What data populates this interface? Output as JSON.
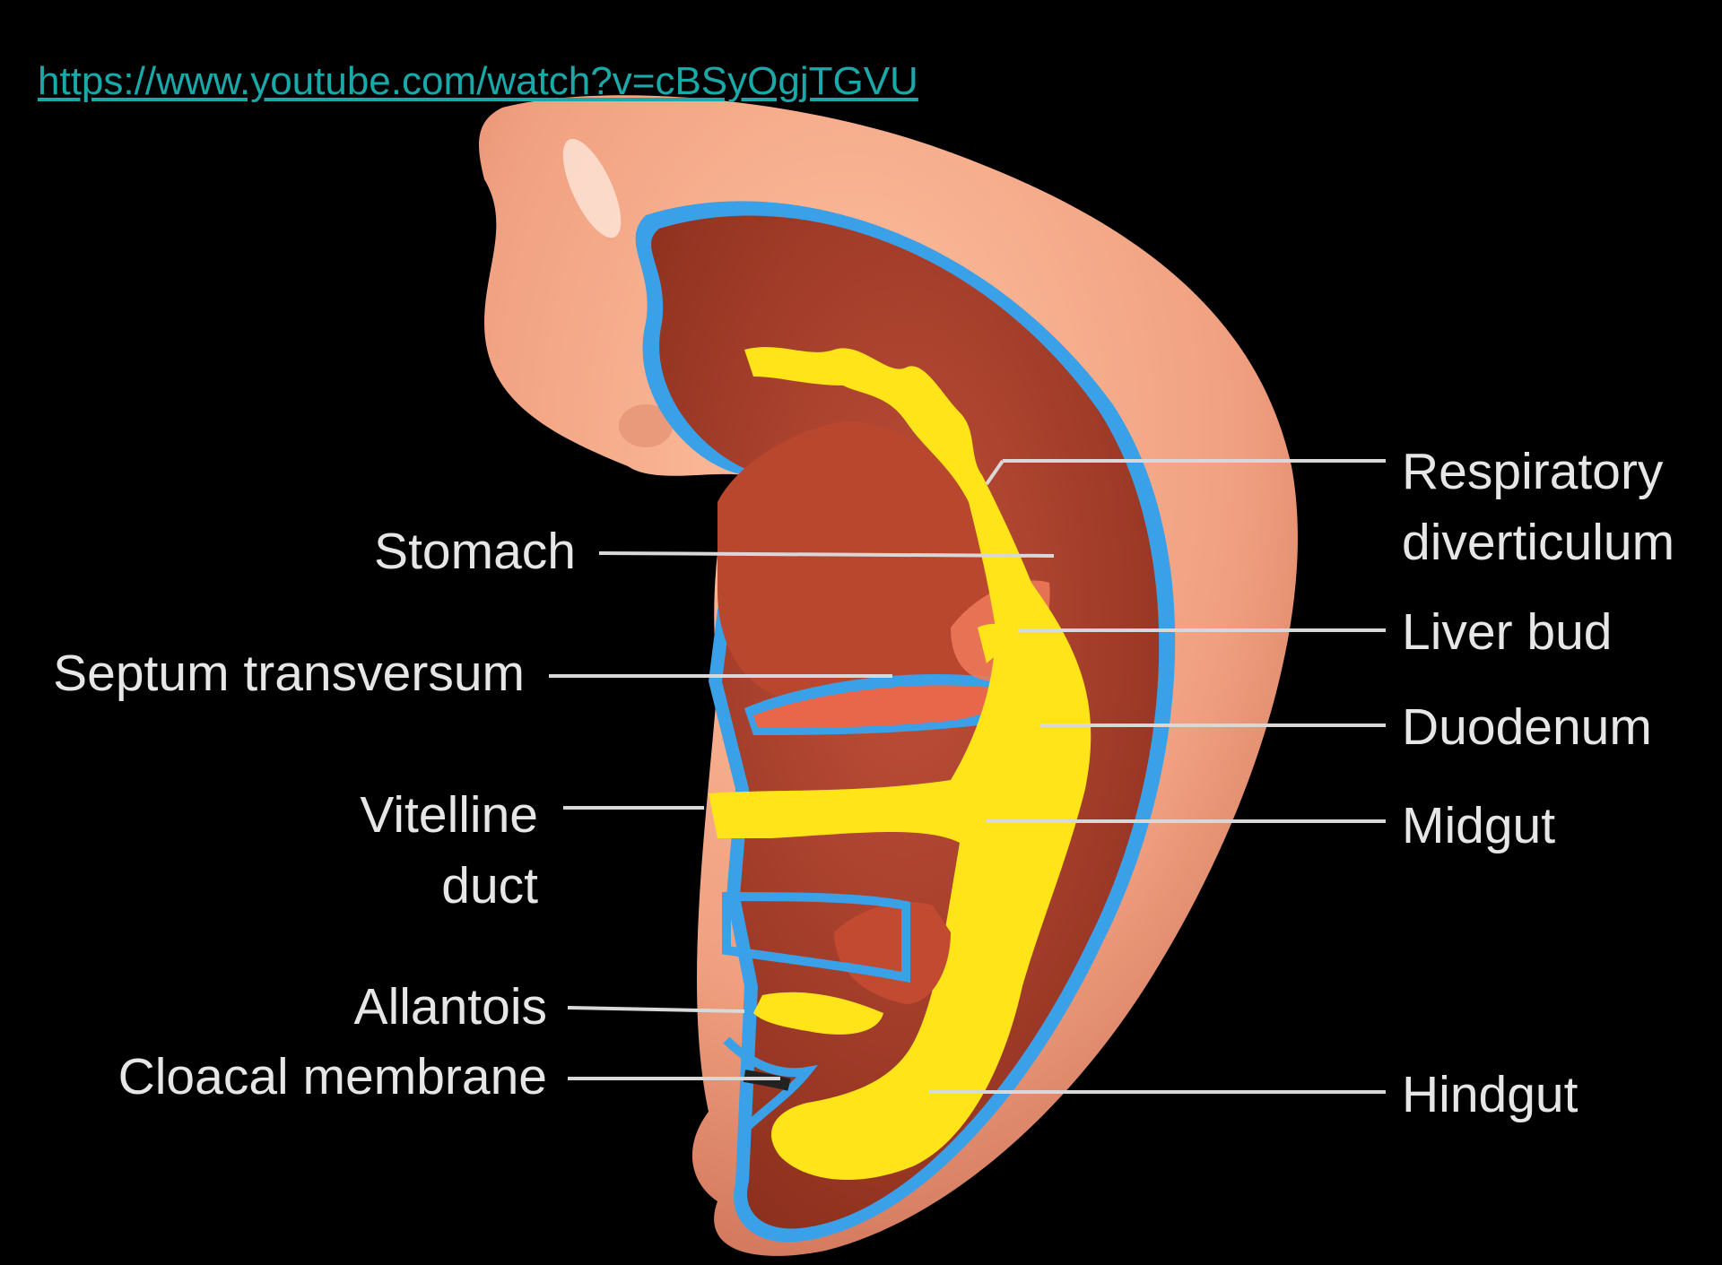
{
  "source_link": "https://www.youtube.com/watch?v=cBSyOgjTGVU",
  "labels": {
    "respiratory_diverticulum": [
      "Respiratory",
      "diverticulum"
    ],
    "stomach": "Stomach",
    "liver_bud": "Liver bud",
    "septum_transversum": "Septum transversum",
    "duodenum": "Duodenum",
    "vitelline_duct": [
      "Vitelline",
      "duct"
    ],
    "midgut": "Midgut",
    "allantois": "Allantois",
    "cloacal_membrane": "Cloacal membrane",
    "hindgut": "Hindgut"
  },
  "colors": {
    "background": "#000000",
    "embryo_skin": "#f0a080",
    "mesoderm": "#9a3a24",
    "endoderm_gut": "#ffe41a",
    "ectoderm_line": "#3aa0e8",
    "label_text": "#e6e6e6",
    "link": "#1aa8a8"
  }
}
